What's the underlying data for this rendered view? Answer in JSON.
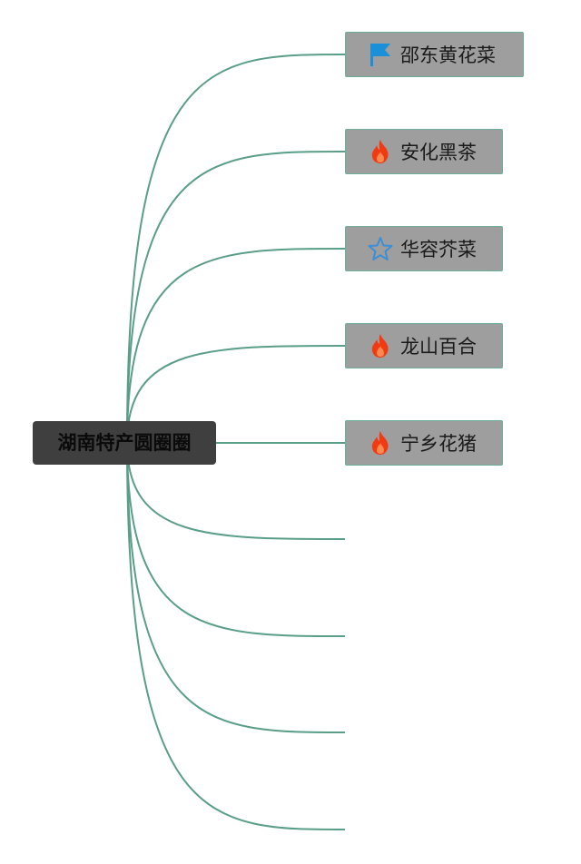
{
  "root": {
    "label": "湖南特产圆圈圈"
  },
  "children": [
    {
      "label": "邵东黄花菜",
      "icon": "flag-icon"
    },
    {
      "label": "安化黑茶",
      "icon": "fire-icon"
    },
    {
      "label": "华容芥菜",
      "icon": "star-icon"
    },
    {
      "label": "龙山百合",
      "icon": "fire-icon"
    },
    {
      "label": "宁乡花猪",
      "icon": "fire-icon"
    }
  ],
  "colors": {
    "connector": "#5a9e86",
    "flag": "#1a90d8",
    "fire": "#f23a12",
    "star": "#3a8fd6",
    "root_bg": "#3f3f3f",
    "child_bg": "#9e9e9e",
    "child_border": "#6cae96"
  }
}
